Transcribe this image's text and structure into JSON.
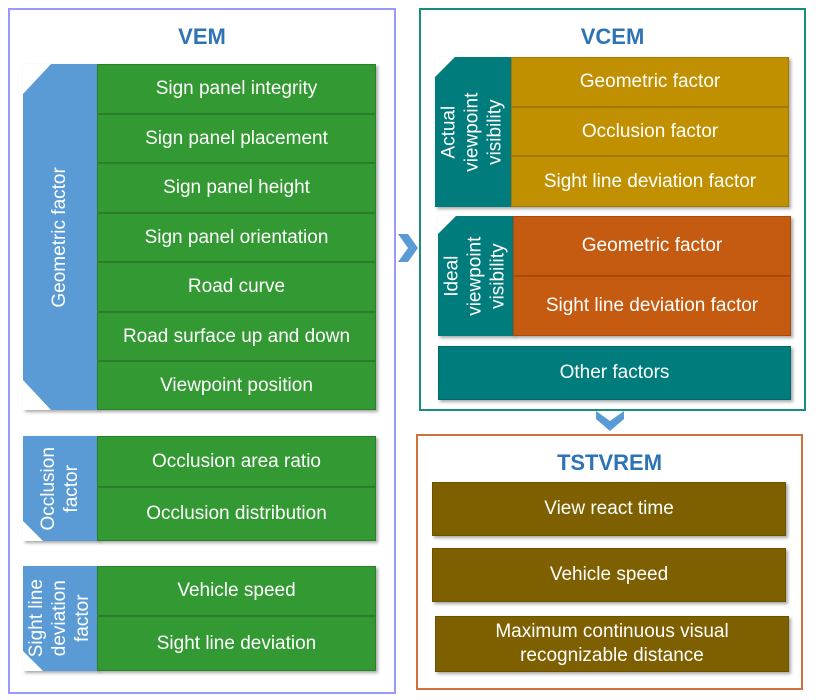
{
  "vem": {
    "title": "VEM",
    "geometric": {
      "label": "Geometric factor",
      "items": [
        "Sign panel integrity",
        "Sign panel placement",
        "Sign panel height",
        "Sign panel orientation",
        "Road curve",
        "Road surface up and down",
        "Viewpoint position"
      ]
    },
    "occlusion": {
      "label_line1": "Occlusion",
      "label_line2": "factor",
      "items": [
        "Occlusion area ratio",
        "Occlusion distribution"
      ]
    },
    "sightline": {
      "label_line1": "Sight line",
      "label_line2": "deviation",
      "label_line3": "factor",
      "items": [
        "Vehicle speed",
        "Sight line deviation"
      ]
    }
  },
  "vcem": {
    "title": "VCEM",
    "actual": {
      "label_line1": "Actual",
      "label_line2": "viewpoint",
      "label_line3": "visibility",
      "items": [
        "Geometric factor",
        "Occlusion factor",
        "Sight line deviation factor"
      ]
    },
    "ideal": {
      "label_line1": "Ideal",
      "label_line2": "viewpoint",
      "label_line3": "visibility",
      "items": [
        "Geometric factor",
        "Sight line deviation factor"
      ]
    },
    "other": "Other factors"
  },
  "tstvrem": {
    "title": "TSTVREM",
    "items": [
      "View react time",
      "Vehicle speed"
    ],
    "last_line1": "Maximum continuous visual",
    "last_line2": "recognizable distance"
  },
  "colors": {
    "vem_border": "#9999ff",
    "vcem_border": "#1a8c7f",
    "tstvrem_border": "#d0703a",
    "title_blue": "#2e74b5",
    "green": "#339933",
    "gold": "#c09000",
    "orange": "#c55a11",
    "teal": "#007c7c",
    "olive": "#7f6000",
    "tab_blue": "#5b9bd5",
    "chevron": "#5b9bd5"
  }
}
